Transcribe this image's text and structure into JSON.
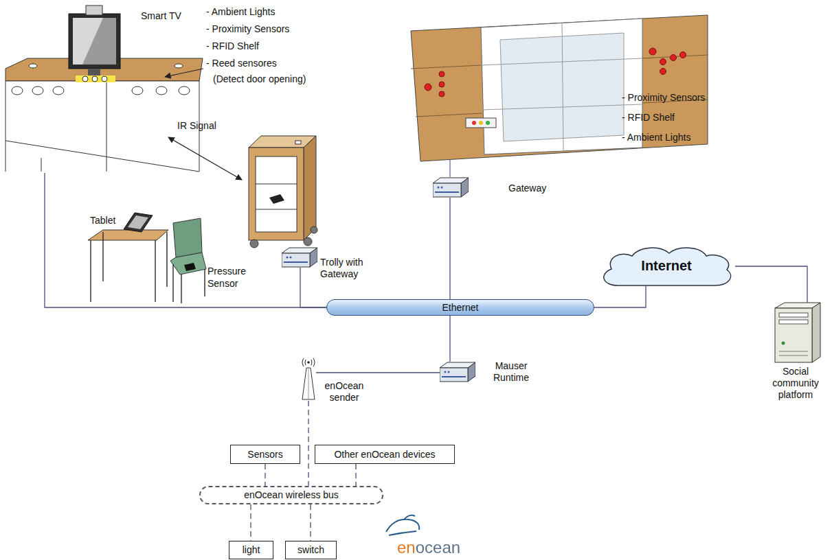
{
  "diagram": {
    "nodes": [
      {
        "text": [
          "Smart TV"
        ]
      },
      {
        "text": [
          "Gateway"
        ]
      },
      {
        "text": [
          "Trolly with Gateway"
        ]
      },
      {
        "text": [
          "Ethernet"
        ]
      },
      {
        "text": [
          "Internet"
        ]
      },
      {
        "text": [
          "Social community platform"
        ]
      },
      {
        "text": [
          "Mauser Runtime"
        ]
      },
      {
        "text": [
          "enOcean sender"
        ]
      },
      {
        "text": [
          "Sensors"
        ]
      },
      {
        "text": [
          "Other enOcean devices"
        ]
      },
      {
        "text": [
          "enOcean wireless bus"
        ]
      },
      {
        "text": [
          "light"
        ]
      },
      {
        "text": [
          "switch"
        ]
      }
    ],
    "edges": [
      {
        "from": 0,
        "to": 3,
        "arrow": "none"
      },
      {
        "from": 1,
        "to": 3,
        "arrow": "none"
      },
      {
        "from": 2,
        "to": 3,
        "arrow": "none"
      },
      {
        "from": 3,
        "to": 4,
        "arrow": "none"
      },
      {
        "from": 4,
        "to": 5,
        "arrow": "none"
      },
      {
        "from": 6,
        "to": 3,
        "arrow": "none"
      },
      {
        "from": 7,
        "to": 6,
        "arrow": "none"
      },
      {
        "from": 7,
        "to": 10,
        "arrow": "none"
      },
      {
        "from": 8,
        "to": 10,
        "arrow": "none"
      },
      {
        "from": 9,
        "to": 10,
        "arrow": "none"
      },
      {
        "from": 10,
        "to": 11,
        "arrow": "none"
      },
      {
        "from": 10,
        "to": 12,
        "arrow": "none"
      }
    ],
    "labels": [
      "- Ambient Lights",
      "- Proximity Sensors",
      "- RFID Shelf",
      "- Reed sensores",
      "(Detect door opening)",
      "IR Signal",
      "Tablet",
      "Pressure Sensor",
      "- Proximity Sensors",
      "- RFID Shelf",
      "- Ambient Lights",
      "enocean"
    ]
  }
}
